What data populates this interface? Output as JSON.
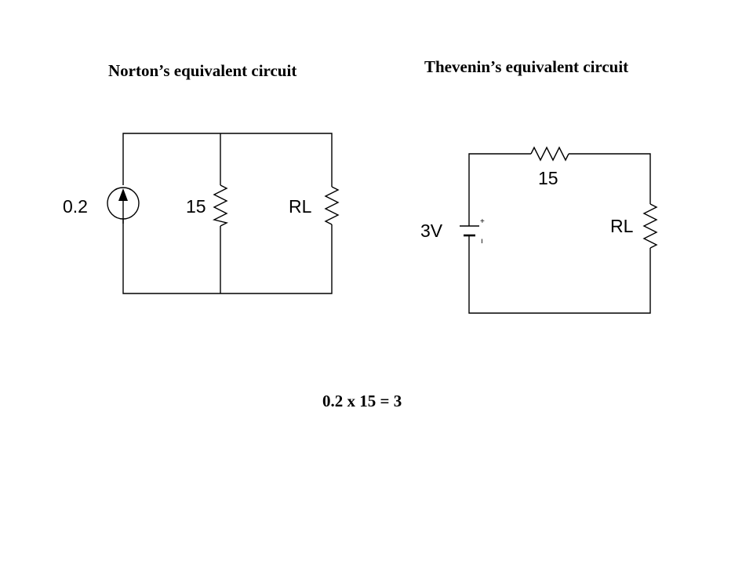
{
  "norton": {
    "title": "Norton’s equivalent circuit",
    "source_label": "0.2",
    "resistor_label": "15",
    "load_label": "RL"
  },
  "thevenin": {
    "title": "Thevenin’s equivalent circuit",
    "resistor_label": "15",
    "source_label": "3V",
    "load_label": "RL",
    "plus_sign": "+",
    "minus_sign": "ı"
  },
  "equation": "0.2 x 15 = 3"
}
